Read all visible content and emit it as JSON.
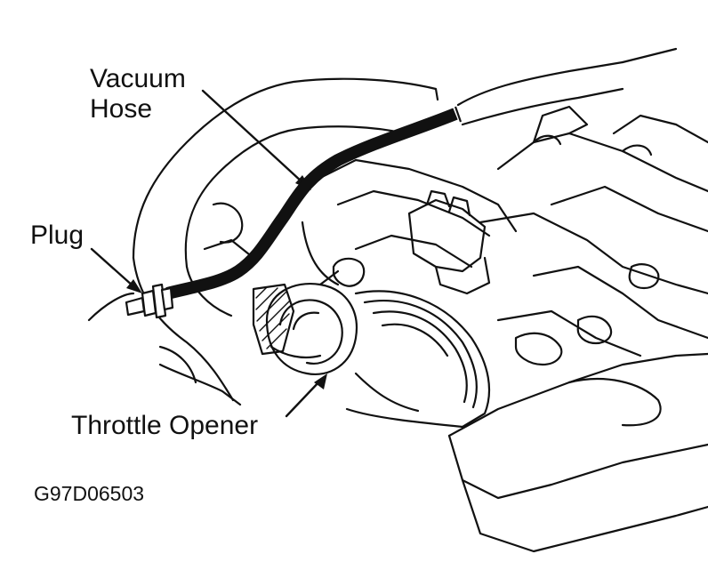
{
  "labels": {
    "vacuum_hose_line1": "Vacuum",
    "vacuum_hose_line2": "Hose",
    "plug": "Plug",
    "throttle_opener": "Throttle Opener"
  },
  "figure_code": "G97D06503",
  "colors": {
    "ink": "#111111",
    "background": "#ffffff"
  }
}
